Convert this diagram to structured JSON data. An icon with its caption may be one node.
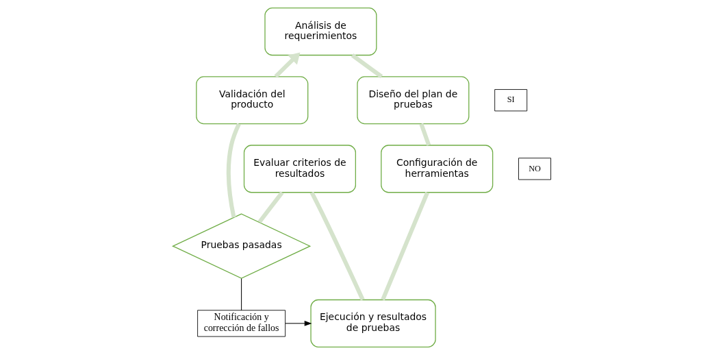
{
  "diagram": {
    "nodes": [
      {
        "text": [
          "Análisis de requerimientos"
        ]
      },
      {
        "text": [
          "Diseño del plan de pruebas"
        ]
      },
      {
        "text": [
          "Configuración de herramientas"
        ]
      },
      {
        "text": [
          "Ejecución y resultados de pruebas"
        ]
      },
      {
        "text": [
          "Evaluar criterios de resultados"
        ]
      },
      {
        "text": [
          "Pruebas pasadas"
        ]
      },
      {
        "text": [
          "Validación del producto"
        ]
      },
      {
        "text": [
          "SI"
        ]
      },
      {
        "text": [
          "NO"
        ]
      },
      {
        "text": [
          "Notificación y corrección de fallos"
        ]
      }
    ],
    "edges": [
      {
        "from": 0,
        "to": 1,
        "arrow": "none"
      },
      {
        "from": 1,
        "to": 2,
        "arrow": "none"
      },
      {
        "from": 2,
        "to": 3,
        "arrow": "none"
      },
      {
        "from": 3,
        "to": 4,
        "arrow": "none"
      },
      {
        "from": 4,
        "to": 5,
        "arrow": "none"
      },
      {
        "from": 5,
        "to": 6,
        "arrow": "none"
      },
      {
        "from": 6,
        "to": 0,
        "arrow": "to"
      },
      {
        "from": 5,
        "to": 9,
        "arrow": "none",
        "color": "#000000"
      },
      {
        "from": 9,
        "to": 3,
        "arrow": "to",
        "color": "#000000"
      }
    ]
  }
}
